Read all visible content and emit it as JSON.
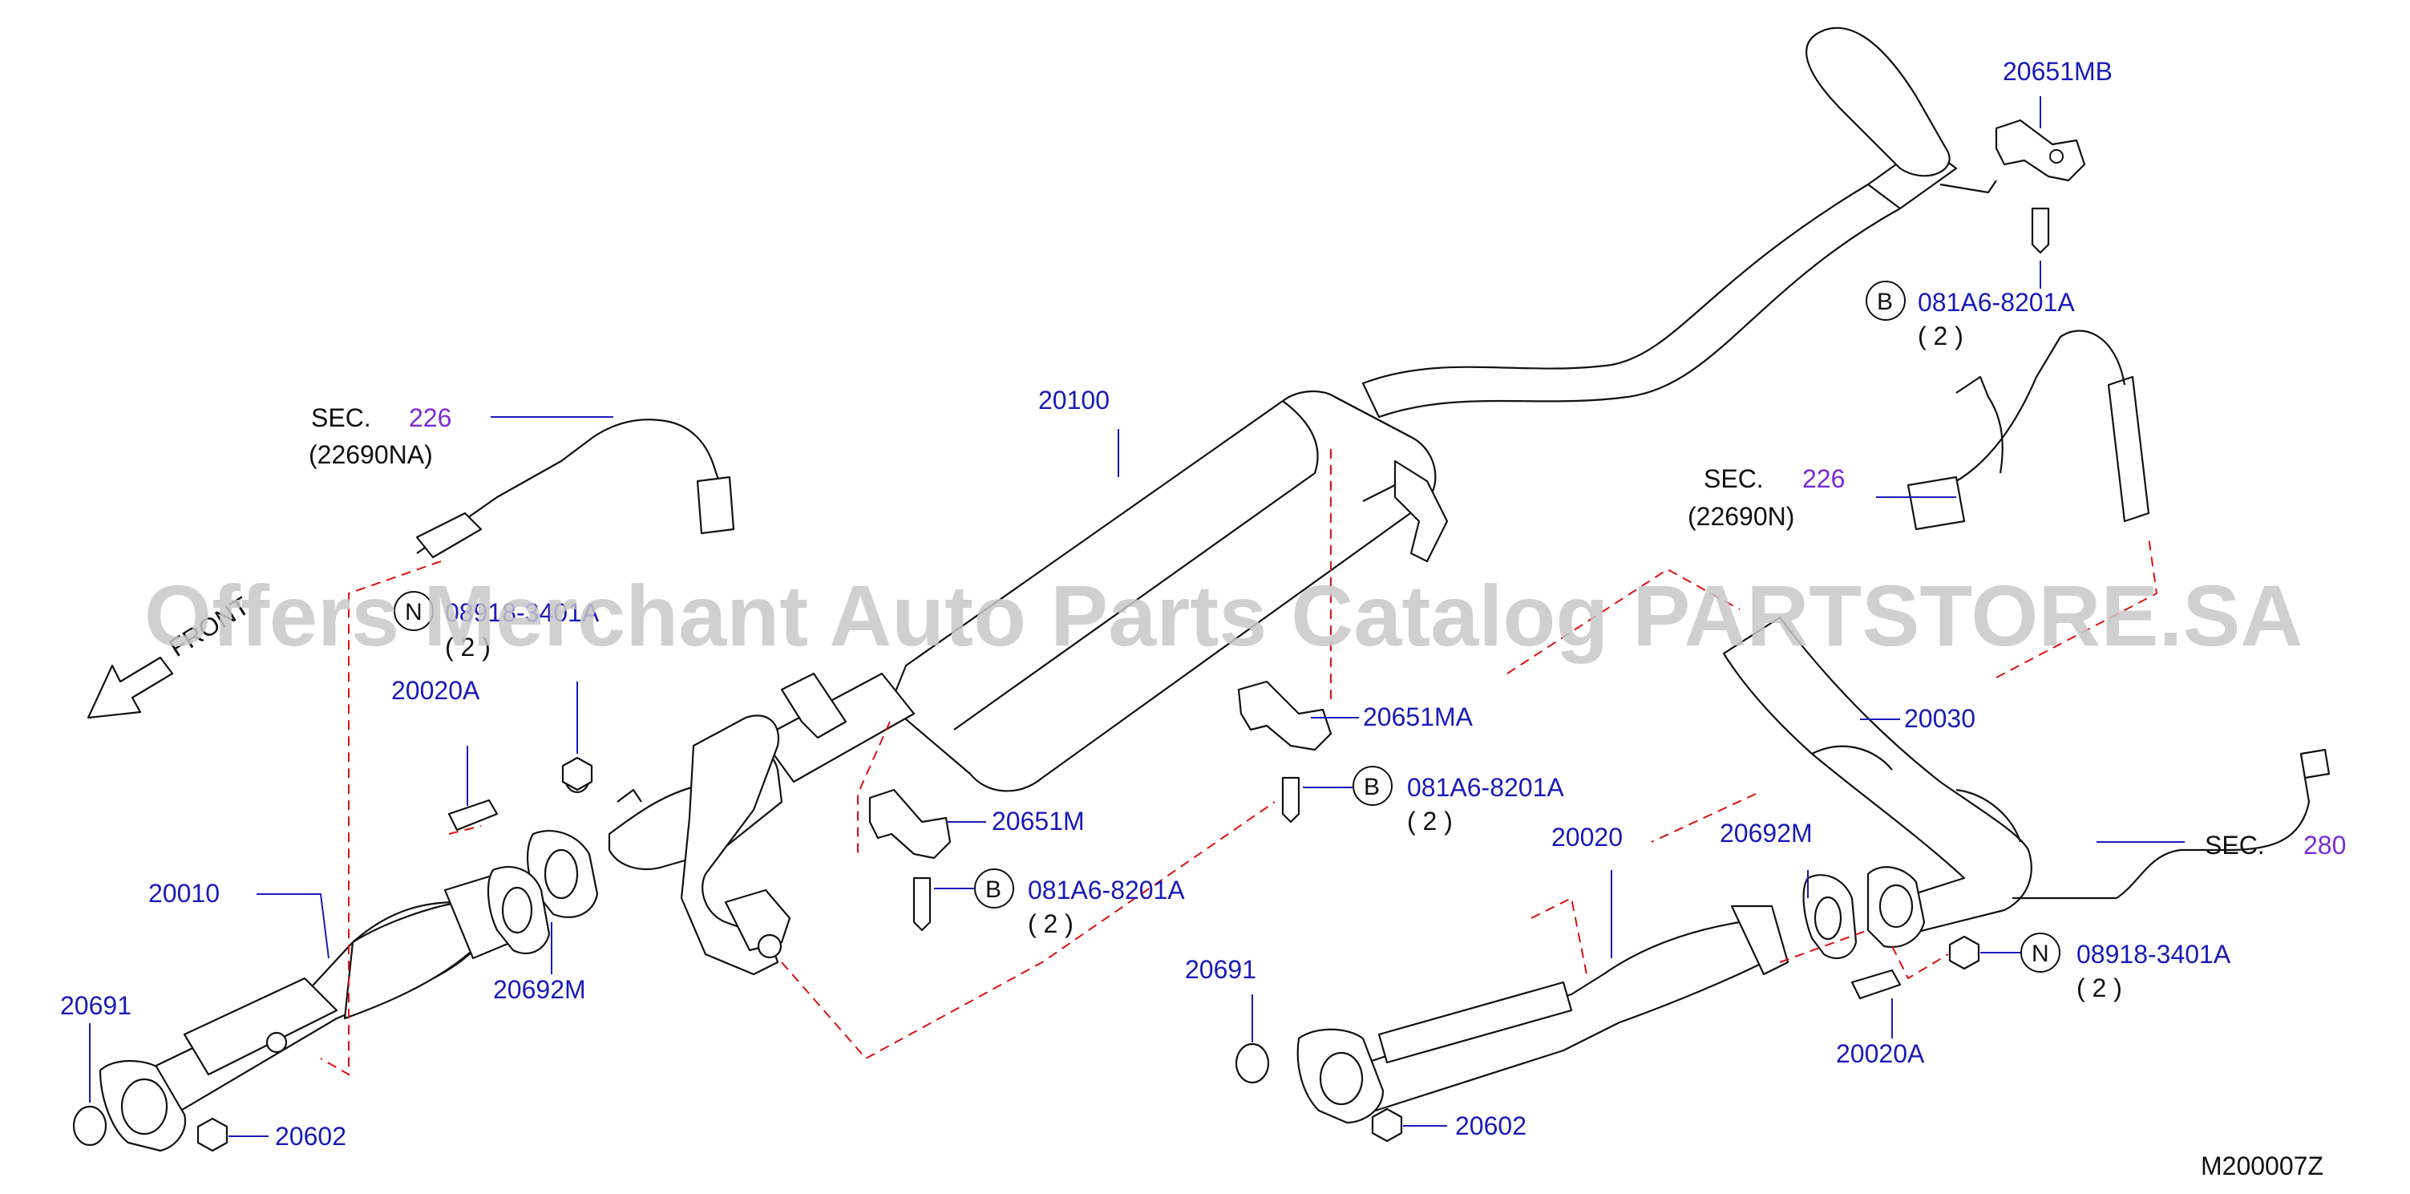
{
  "watermark": "Offers Merchant Auto Parts Catalog PARTSTORE.SA",
  "front_label": "FRONT",
  "diagram_code": "M200007Z",
  "sec_label": "SEC.",
  "callouts": {
    "p20100": "20100",
    "p20651MB": "20651MB",
    "p20651MA": "20651MA",
    "p20651M": "20651M",
    "p20030": "20030",
    "p20020": "20020",
    "p20692M_left": "20692M",
    "p20692M_right": "20692M",
    "p20020A_left": "20020A",
    "p20020A_right": "20020A",
    "p20010": "20010",
    "p20691_left": "20691",
    "p20691_right": "20691",
    "p20602_left": "20602",
    "p20602_right": "20602"
  },
  "sections": {
    "sec226_left_num": "226",
    "sec226_left_sub": "(22690NA)",
    "sec226_right_num": "226",
    "sec226_right_sub": "(22690N)",
    "sec280_num": "280"
  },
  "fasteners": {
    "bolt_top": {
      "symbol": "B",
      "code": "081A6-8201A",
      "qty": "( 2 )"
    },
    "bolt_mid": {
      "symbol": "B",
      "code": "081A6-8201A",
      "qty": "( 2 )"
    },
    "bolt_low": {
      "symbol": "B",
      "code": "081A6-8201A",
      "qty": "( 2 )"
    },
    "nut_left": {
      "symbol": "N",
      "code": "08918-3401A",
      "qty": "( 2 )"
    },
    "nut_right": {
      "symbol": "N",
      "code": "08918-3401A",
      "qty": "( 2 )"
    }
  }
}
